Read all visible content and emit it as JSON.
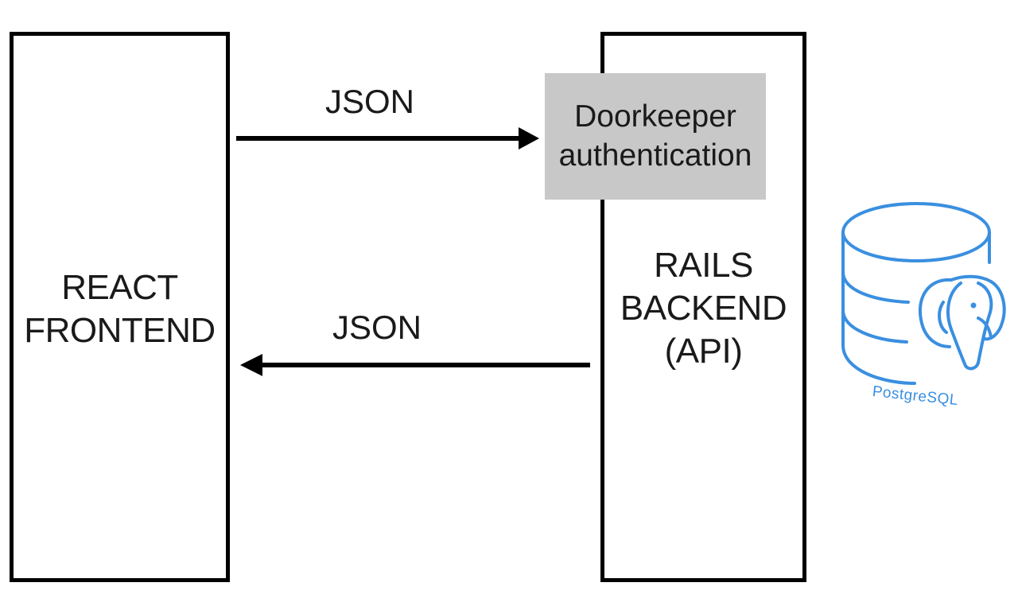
{
  "frontend": {
    "line1": "REACT",
    "line2": "FRONTEND"
  },
  "backend": {
    "line1": "RAILS",
    "line2": "BACKEND",
    "line3": "(API)"
  },
  "auth": {
    "line1": "Doorkeeper",
    "line2": "authentication"
  },
  "arrows": {
    "request_label": "JSON",
    "response_label": "JSON"
  },
  "database": {
    "icon": "postgresql-icon",
    "label": "PostgreSQL",
    "color": "#3a8fe0"
  }
}
